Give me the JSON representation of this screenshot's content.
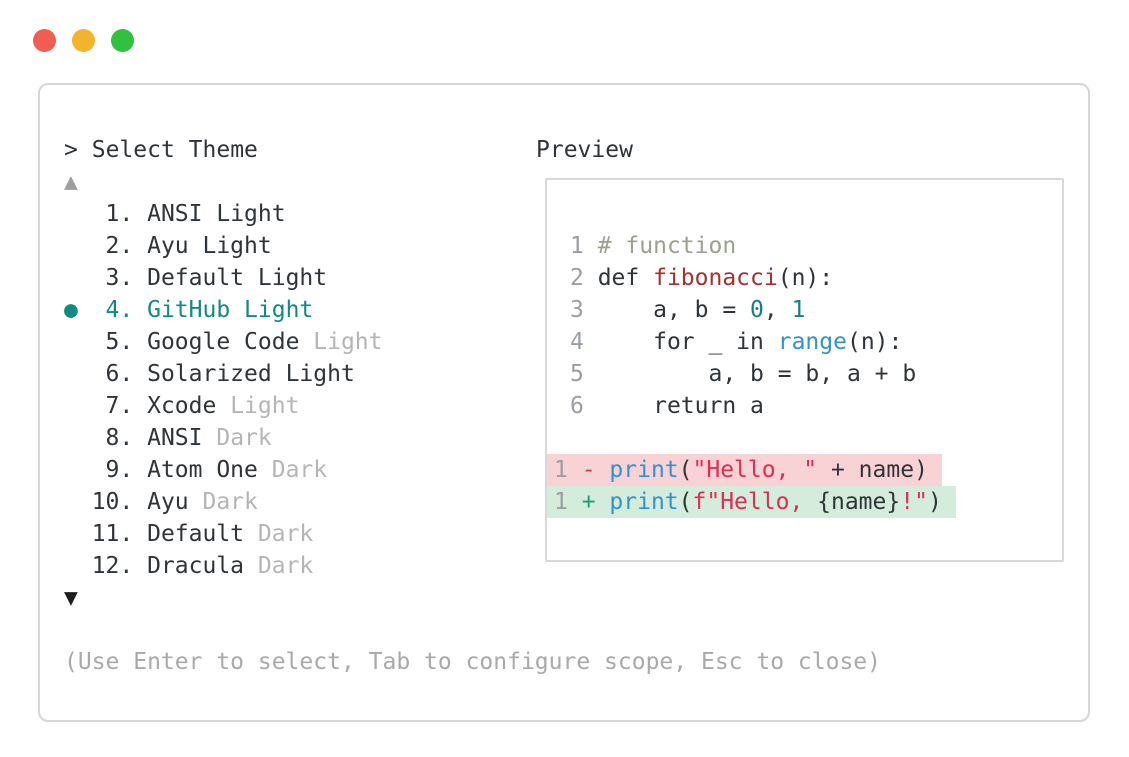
{
  "window": {
    "traffic_lights": [
      {
        "name": "close",
        "color": "#f25d52"
      },
      {
        "name": "minimize",
        "color": "#f2b32d"
      },
      {
        "name": "zoom",
        "color": "#30c13e"
      }
    ]
  },
  "theme_picker": {
    "header_prefix": ">",
    "header_title": "Select Theme",
    "scroll_up_icon": "▲",
    "scroll_down_icon": "▼",
    "selected_bullet": "●",
    "selected_color": "#118a83",
    "items": [
      {
        "number": "1",
        "name": "ANSI",
        "suffix": "Light",
        "suffix_muted": false,
        "selected": false
      },
      {
        "number": "2",
        "name": "Ayu",
        "suffix": "Light",
        "suffix_muted": false,
        "selected": false
      },
      {
        "number": "3",
        "name": "Default",
        "suffix": "Light",
        "suffix_muted": false,
        "selected": false
      },
      {
        "number": "4",
        "name": "GitHub",
        "suffix": "Light",
        "suffix_muted": false,
        "selected": true
      },
      {
        "number": "5",
        "name": "Google Code",
        "suffix": "Light",
        "suffix_muted": true,
        "selected": false
      },
      {
        "number": "6",
        "name": "Solarized",
        "suffix": "Light",
        "suffix_muted": false,
        "selected": false
      },
      {
        "number": "7",
        "name": "Xcode",
        "suffix": "Light",
        "suffix_muted": true,
        "selected": false
      },
      {
        "number": "8",
        "name": "ANSI",
        "suffix": "Dark",
        "suffix_muted": true,
        "selected": false
      },
      {
        "number": "9",
        "name": "Atom One",
        "suffix": "Dark",
        "suffix_muted": true,
        "selected": false
      },
      {
        "number": "10",
        "name": "Ayu",
        "suffix": "Dark",
        "suffix_muted": true,
        "selected": false
      },
      {
        "number": "11",
        "name": "Default",
        "suffix": "Dark",
        "suffix_muted": true,
        "selected": false
      },
      {
        "number": "12",
        "name": "Dracula",
        "suffix": "Dark",
        "suffix_muted": true,
        "selected": false
      }
    ]
  },
  "preview": {
    "label": "Preview",
    "code_lines": [
      {
        "num": "1",
        "tokens": [
          {
            "c": "comment",
            "t": "# function"
          }
        ]
      },
      {
        "num": "2",
        "tokens": [
          {
            "c": "plain",
            "t": "def "
          },
          {
            "c": "func",
            "t": "fibonacci"
          },
          {
            "c": "plain",
            "t": "(n):"
          }
        ]
      },
      {
        "num": "3",
        "tokens": [
          {
            "c": "plain",
            "t": "    a, b = "
          },
          {
            "c": "num",
            "t": "0"
          },
          {
            "c": "plain",
            "t": ", "
          },
          {
            "c": "num",
            "t": "1"
          }
        ]
      },
      {
        "num": "4",
        "tokens": [
          {
            "c": "plain",
            "t": "    for _ in "
          },
          {
            "c": "builtin",
            "t": "range"
          },
          {
            "c": "plain",
            "t": "(n):"
          }
        ]
      },
      {
        "num": "5",
        "tokens": [
          {
            "c": "plain",
            "t": "        a, b = b, a + b"
          }
        ]
      },
      {
        "num": "6",
        "tokens": [
          {
            "c": "plain",
            "t": "    return a"
          }
        ]
      }
    ],
    "diff_lines": [
      {
        "num": "1",
        "sign": "-",
        "kind": "removed",
        "bg": "#f9d2d6",
        "tokens": [
          {
            "c": "builtin",
            "t": "print"
          },
          {
            "c": "plain",
            "t": "("
          },
          {
            "c": "string",
            "t": "\"Hello, \""
          },
          {
            "c": "plain",
            "t": " + name)"
          }
        ]
      },
      {
        "num": "1",
        "sign": "+",
        "kind": "added",
        "bg": "#d4ecdb",
        "tokens": [
          {
            "c": "builtin",
            "t": "print"
          },
          {
            "c": "plain",
            "t": "("
          },
          {
            "c": "string",
            "t": "f\"Hello, "
          },
          {
            "c": "plain",
            "t": "{name}"
          },
          {
            "c": "string",
            "t": "!\""
          },
          {
            "c": "plain",
            "t": ")"
          }
        ]
      }
    ]
  },
  "footer": {
    "hint": "(Use Enter to select, Tab to configure scope, Esc to close)"
  }
}
